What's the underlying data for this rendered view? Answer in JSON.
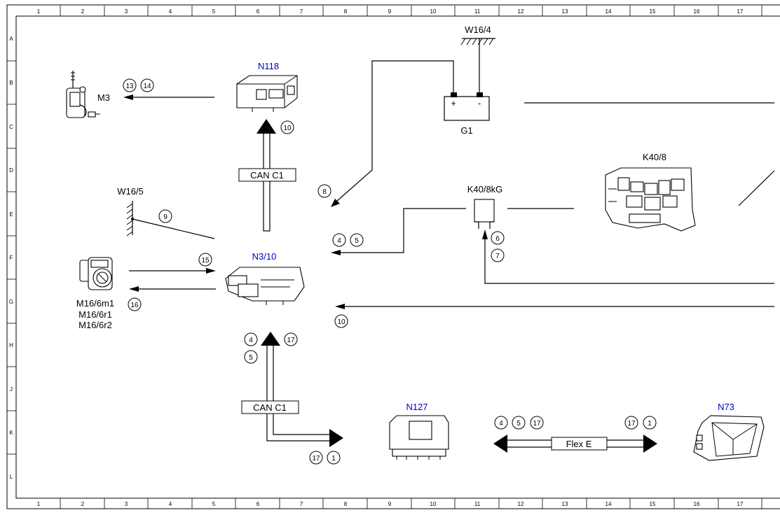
{
  "grid": {
    "columns": [
      "1",
      "2",
      "3",
      "4",
      "5",
      "6",
      "7",
      "8",
      "9",
      "10",
      "11",
      "12",
      "13",
      "14",
      "15",
      "16",
      "17"
    ],
    "rows": [
      "A",
      "B",
      "C",
      "D",
      "E",
      "F",
      "G",
      "H",
      "J",
      "K",
      "L"
    ]
  },
  "components": {
    "m3": "M3",
    "n118": "N118",
    "g1": "G1",
    "w16_4": "W16/4",
    "k40_8": "K40/8",
    "k40_8kg": "K40/8kG",
    "w16_5": "W16/5",
    "n3_10": "N3/10",
    "m16_6m1": "M16/6m1",
    "m16_6r1": "M16/6r1",
    "m16_6r2": "M16/6r2",
    "n127": "N127",
    "n73": "N73"
  },
  "battery": {
    "plus": "+",
    "minus": "-"
  },
  "buses": {
    "can_upper": "CAN C1",
    "can_lower": "CAN C1",
    "flex": "Flex E"
  },
  "callouts": {
    "m3_a": "13",
    "m3_b": "14",
    "n118_can": "10",
    "diag": "8",
    "w16_5": "9",
    "relay_ctrl_a": "4",
    "relay_ctrl_b": "5",
    "relay_out_a": "6",
    "relay_out_b": "7",
    "throttle_in": "15",
    "throttle_out": "16",
    "k408_line": "10",
    "n127_a": "4",
    "n127_b": "17",
    "n127_c": "5",
    "can_arrow_a": "17",
    "can_arrow_b": "1",
    "flex_l1": "4",
    "flex_l2": "5",
    "flex_l3": "17",
    "flex_r1": "17",
    "flex_r2": "1"
  }
}
